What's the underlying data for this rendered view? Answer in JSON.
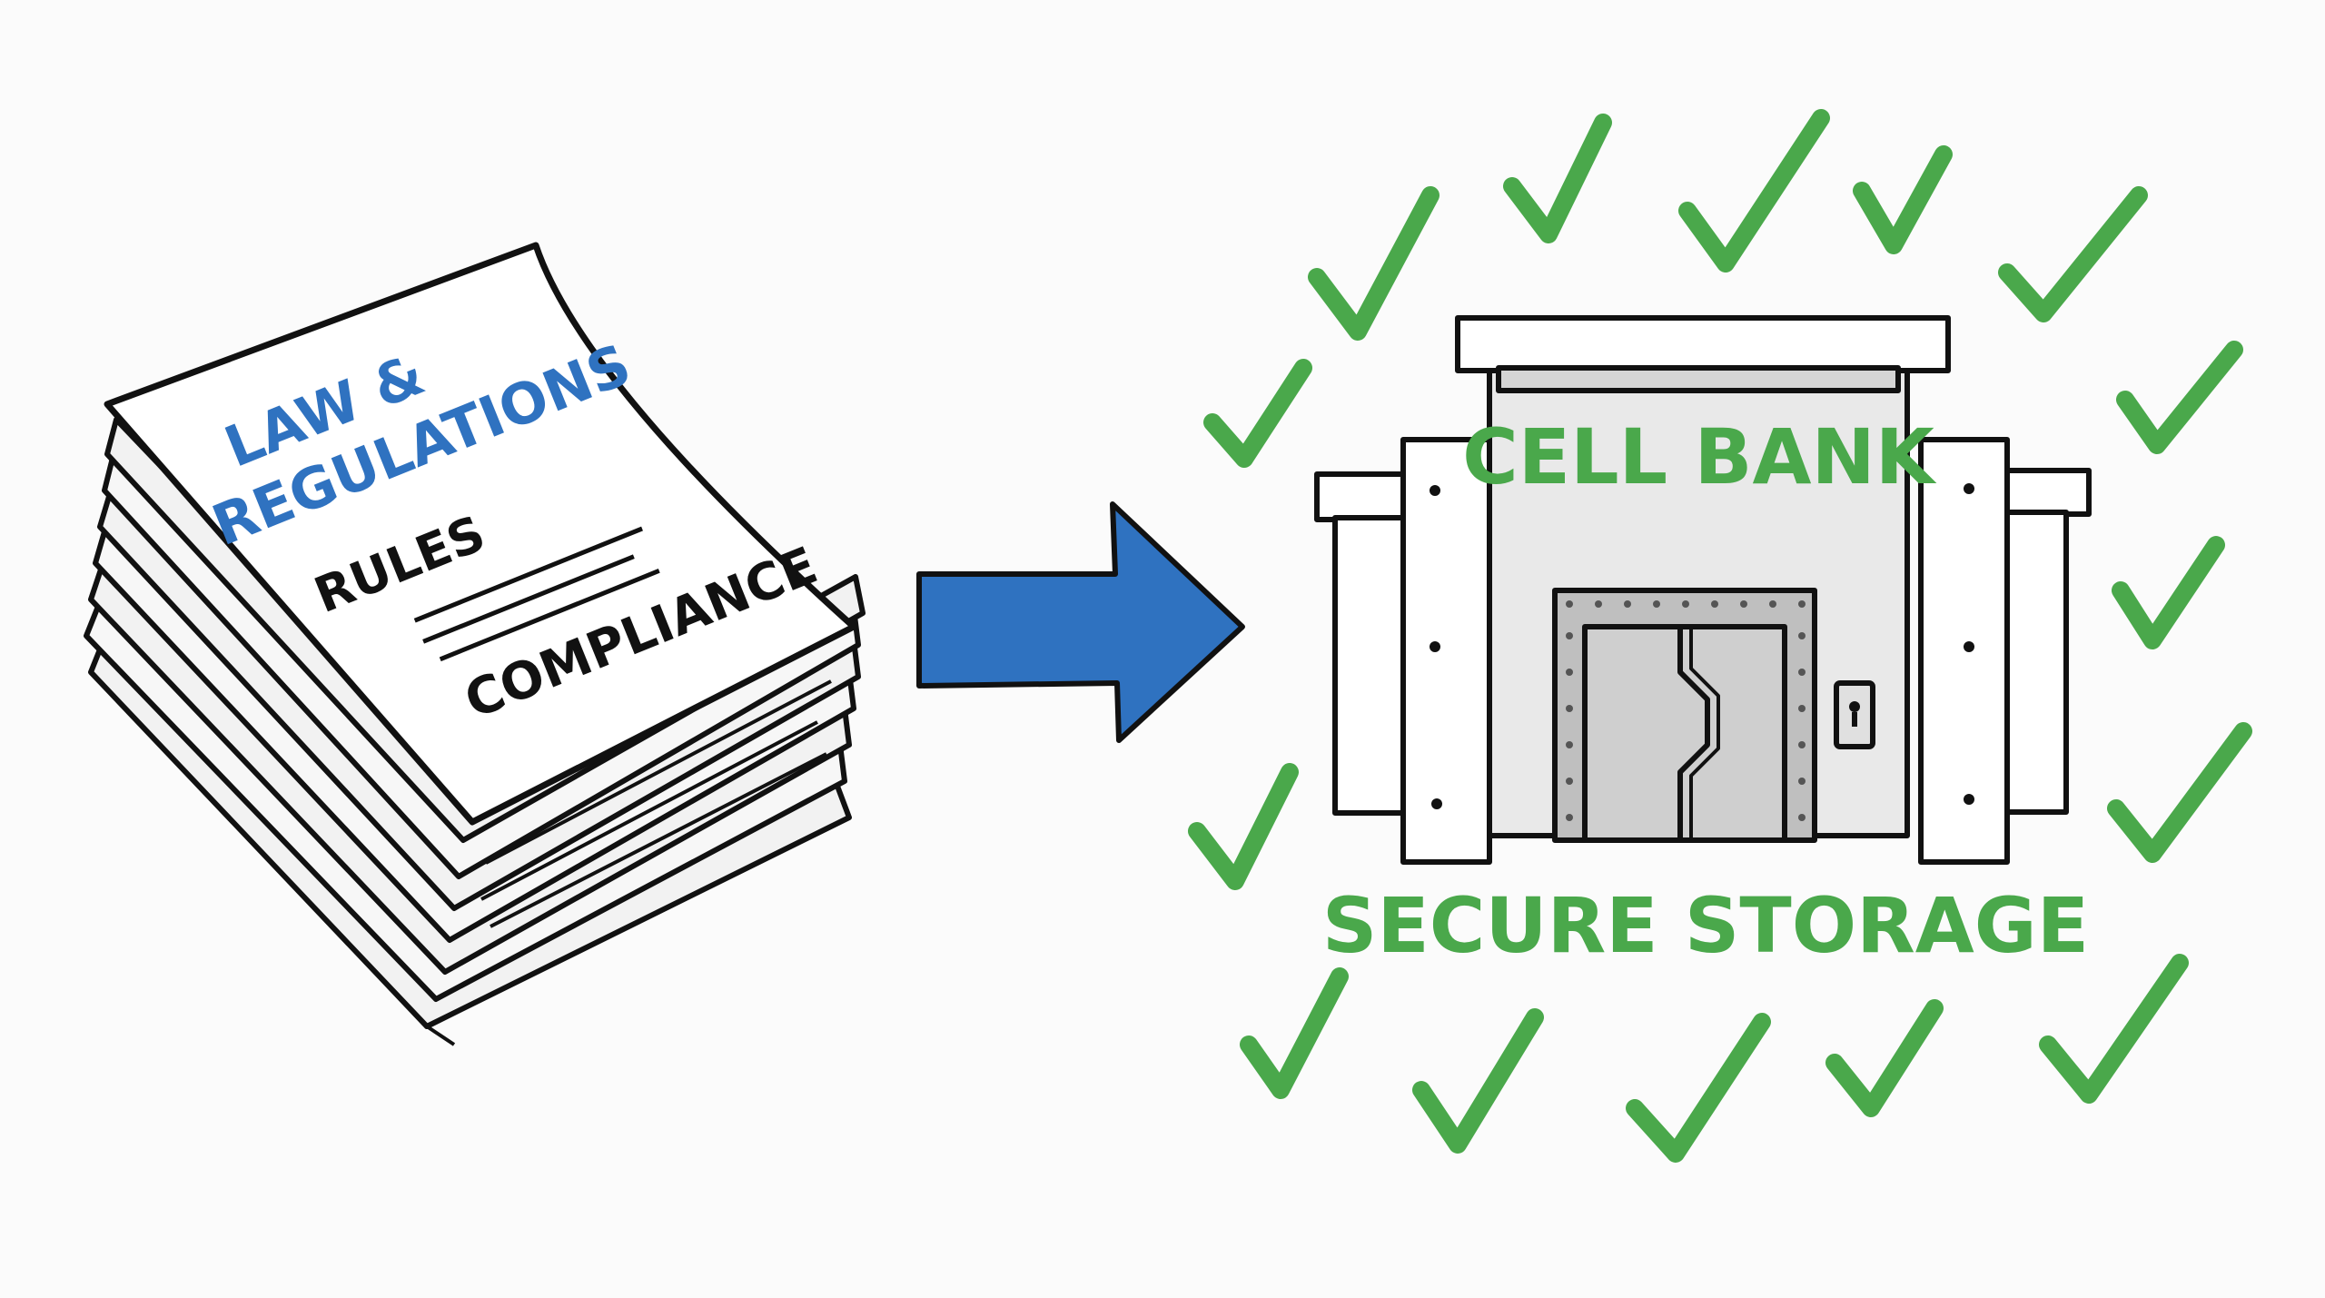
{
  "document_stack": {
    "title_line1": "LAW &",
    "title_line2": "REGULATIONS",
    "line_rules": "RULES",
    "line_compliance": "COMPLIANCE"
  },
  "vault": {
    "sign": "CELL BANK",
    "caption": "SECURE STORAGE"
  },
  "icons": {
    "arrow": "right-arrow-icon",
    "check": "checkmark-icon",
    "vault_door": "vault-door-icon",
    "keypad": "keypad-icon"
  },
  "colors": {
    "ink": "#111111",
    "blue": "#2f72c0",
    "arrow_blue": "#2f72c0",
    "green": "#4aa84b",
    "paper": "#ffffff",
    "paper_shadow": "#e6e6e6",
    "metal": "#c9c9c9",
    "metal_light": "#e9e9e9"
  }
}
